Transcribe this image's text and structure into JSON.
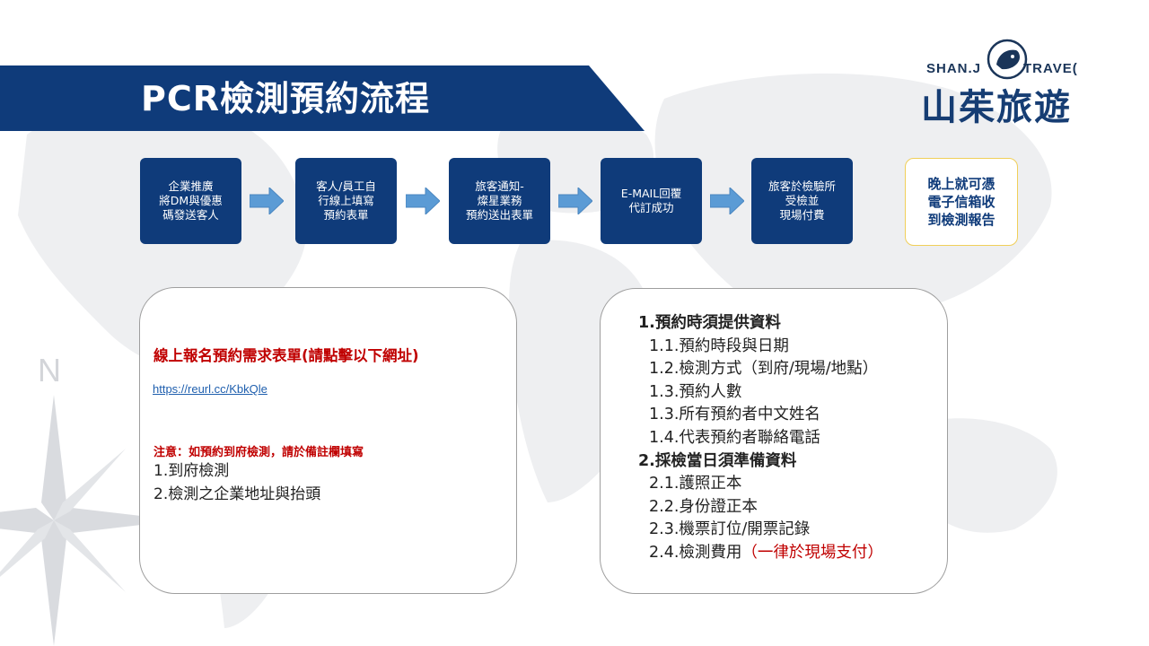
{
  "slide": {
    "title": "PCR檢測預約流程"
  },
  "logo": {
    "en_left": "SHAN.J",
    "en_right": "TRAVE(",
    "zh": "山茱旅遊"
  },
  "flow": {
    "steps": [
      {
        "label": "企業推廣\n將DM與優惠\n碼發送客人"
      },
      {
        "label": "客人/員工自\n行線上填寫\n預約表單"
      },
      {
        "label": "旅客通知-\n燦星業務\n預約送出表單"
      },
      {
        "label": "E-MAIL回覆\n代訂成功"
      },
      {
        "label": "旅客於檢驗所\n受檢並\n現場付費"
      }
    ],
    "result_note": "晚上就可憑\n電子信箱收\n到檢測報告"
  },
  "form_card": {
    "title": "線上報名預約需求表單(請點擊以下網址)",
    "url": "https://reurl.cc/KbkQle",
    "note": "注意：如預約到府檢測，請於備註欄填寫",
    "items": [
      "1.到府檢測",
      "2.檢測之企業地址與抬頭"
    ]
  },
  "requirements_card": {
    "section1_title": "1.預約時須提供資料",
    "section1_items": [
      "1.1.預約時段與日期",
      "1.2.檢測方式（到府/現場/地點）",
      "1.3.預約人數",
      "1.3.所有預約者中文姓名",
      "1.4.代表預約者聯絡電話"
    ],
    "section2_title": "2.採檢當日須準備資料",
    "section2_items": [
      "2.1.護照正本",
      "2.2.身份證正本",
      "2.3.機票訂位/開票記錄"
    ],
    "last_item_prefix": "2.4.檢測費用",
    "last_item_highlight": "（一律於現場支付）"
  },
  "colors": {
    "banner": "#0f3b7a",
    "accent_red": "#c00000",
    "arrow": "#5b9bd5",
    "note_border": "#f0cf59"
  }
}
